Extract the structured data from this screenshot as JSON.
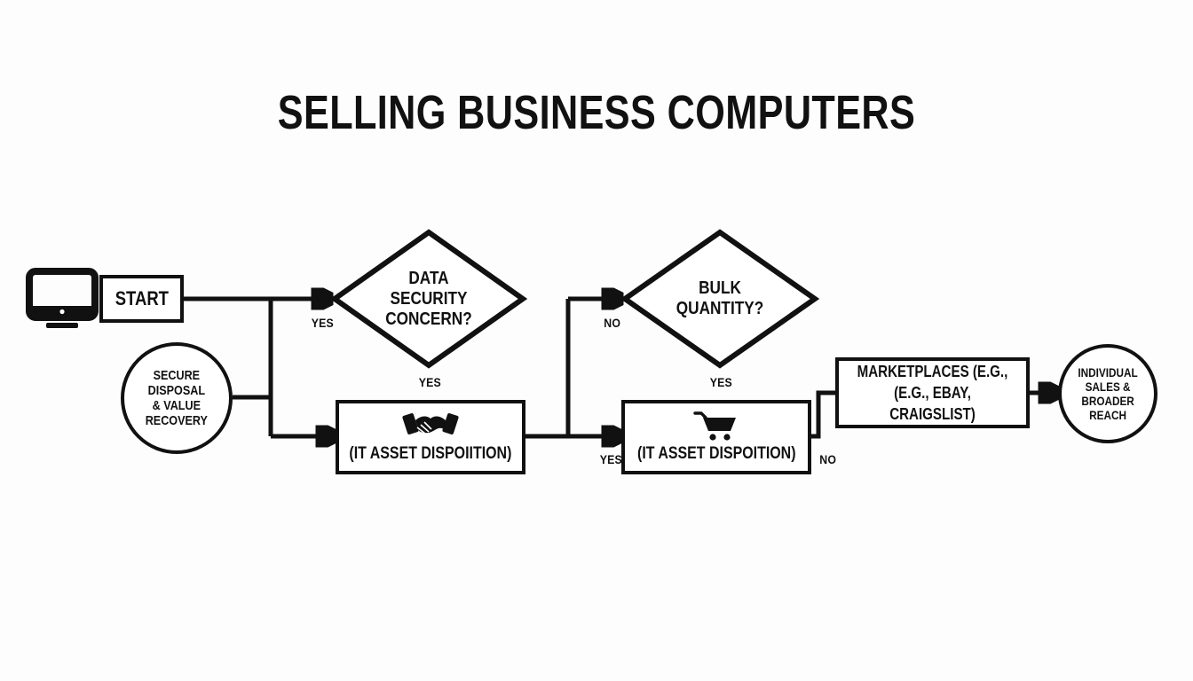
{
  "page": {
    "title": "SELLING BUSINESS COMPUTERS",
    "background_color": "#fdfdfd",
    "ink_color": "#111111"
  },
  "diagram": {
    "type": "flowchart",
    "orientation": "left-to-right",
    "nodes": [
      {
        "id": "monitor-icon",
        "kind": "icon",
        "icon": "desktop-monitor-icon",
        "label": ""
      },
      {
        "id": "start",
        "kind": "process-box",
        "label": "START"
      },
      {
        "id": "secure-disposal",
        "kind": "circle",
        "label": "SECURE\nDISPOSAL\n& VALUE\nRECOVERY"
      },
      {
        "id": "data-security",
        "kind": "decision-diamond",
        "label": "DATA\nSECURITY\nCONCERN?"
      },
      {
        "id": "itad-handshake",
        "kind": "process-box",
        "icon": "handshake-icon",
        "label": "(IT ASSET DISPOIITION)"
      },
      {
        "id": "bulk-quantity",
        "kind": "decision-diamond",
        "label": "BULK\nQUANTITY?"
      },
      {
        "id": "itad-cart",
        "kind": "process-box",
        "icon": "shopping-cart-icon",
        "label": "(IT ASSET DISPOITION)"
      },
      {
        "id": "marketplaces",
        "kind": "process-box",
        "label": "MARKETPLACES (E.G.,\n(E.G., EBAY, CRAIGSLIST)"
      },
      {
        "id": "individual-sales",
        "kind": "circle",
        "label": "INDIVIDUAL\nSALES &\nBROADER\nREACH"
      }
    ],
    "edge_labels": {
      "start_to_data_security": "YES",
      "data_security_down": "YES",
      "handshake_to_bulk": "NO",
      "bulk_down": "YES",
      "trunk_to_cart": "YES",
      "cart_to_marketplaces": "NO"
    }
  }
}
